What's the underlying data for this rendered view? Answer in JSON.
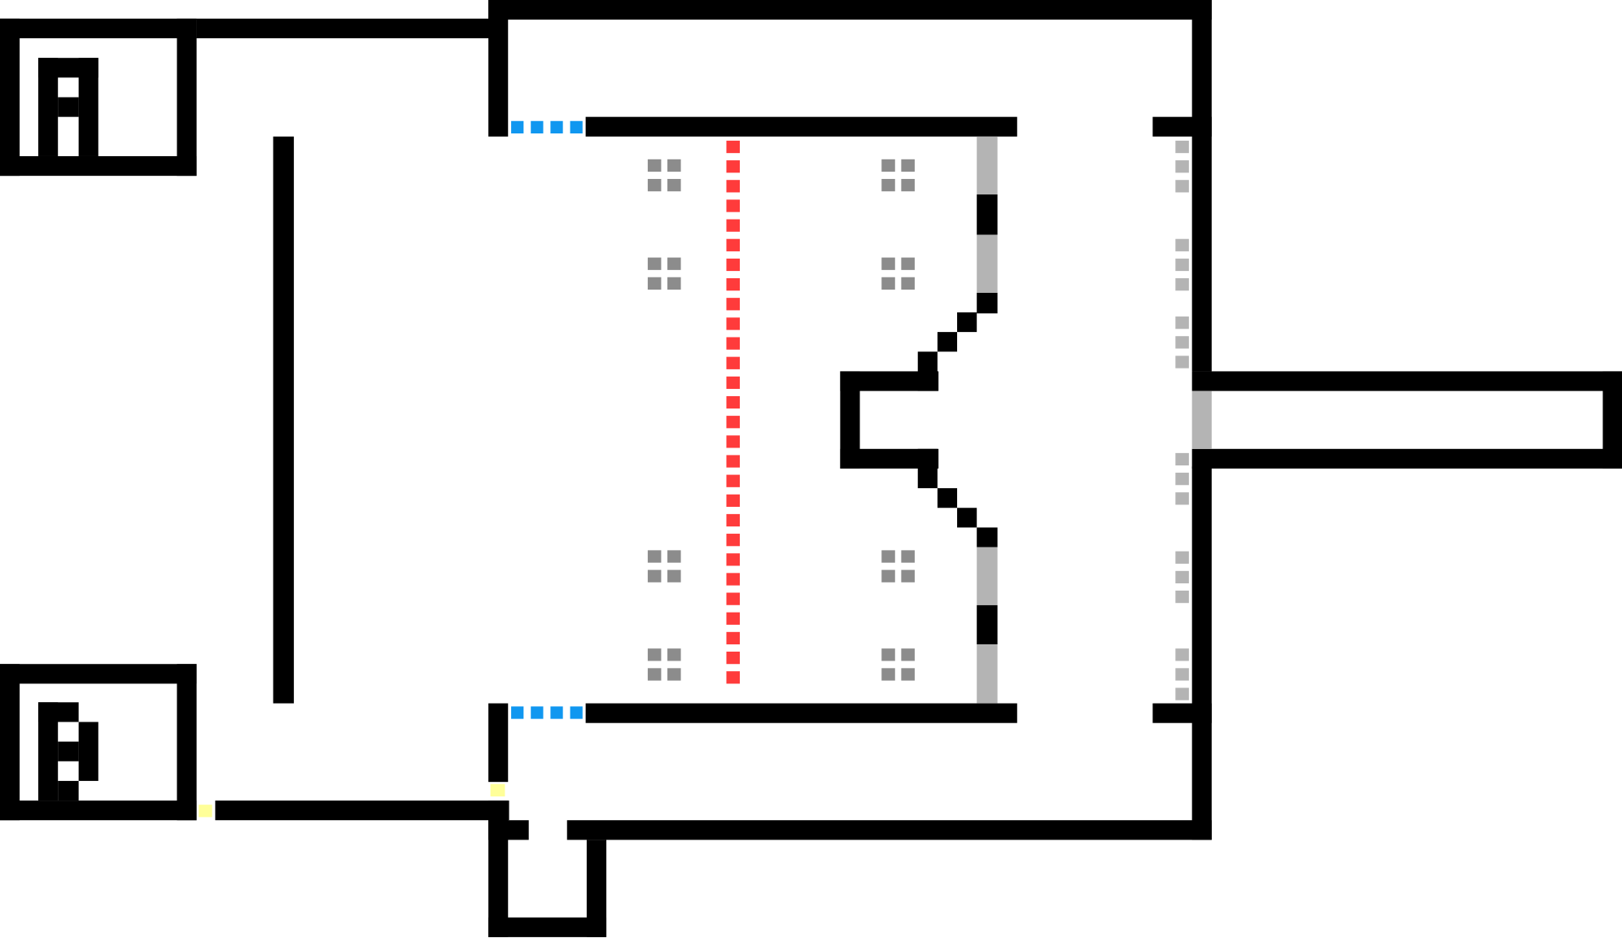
{
  "map": {
    "grid_unit": 19,
    "colors": {
      "background": "#ffffff",
      "wall": "#000000",
      "blue_door": "#1097f0",
      "laser": "#ff3b3b",
      "floor_marker": "#8c8c8c",
      "glass": "#b4b4b4",
      "yellow_marker": "#ffff99"
    },
    "labels": {
      "zone_a": "A",
      "zone_b": "B"
    }
  }
}
